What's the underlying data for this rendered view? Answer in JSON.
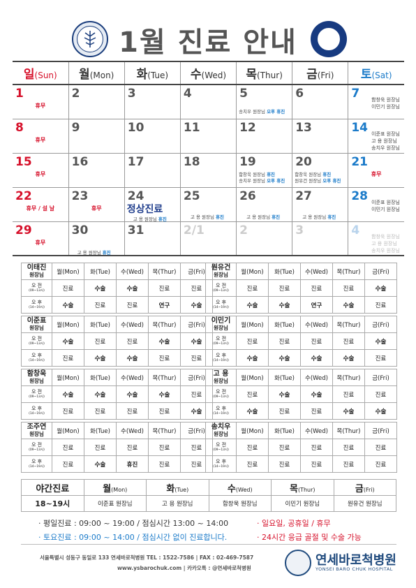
{
  "header": {
    "title": "1월 진료 안내"
  },
  "weekdays": [
    {
      "k": "일",
      "e": "(Sun)",
      "color": "#d6102a"
    },
    {
      "k": "월",
      "e": "(Mon)",
      "color": "#333333"
    },
    {
      "k": "화",
      "e": "(Tue)",
      "color": "#333333"
    },
    {
      "k": "수",
      "e": "(Wed)",
      "color": "#333333"
    },
    {
      "k": "목",
      "e": "(Thur)",
      "color": "#333333"
    },
    {
      "k": "금",
      "e": "(Fri)",
      "color": "#333333"
    },
    {
      "k": "토",
      "e": "(Sat)",
      "color": "#1a7ac9"
    }
  ],
  "calendar": [
    [
      {
        "d": "1",
        "hol": "휴무"
      },
      {
        "d": "2"
      },
      {
        "d": "3"
      },
      {
        "d": "4"
      },
      {
        "d": "5",
        "notes": [
          {
            "pre": "송치우 원장님 ",
            "em": "오후 휴진"
          }
        ]
      },
      {
        "d": "6"
      },
      {
        "d": "7",
        "sat": [
          "함창욱 원장님",
          "이민기 원장님"
        ]
      }
    ],
    [
      {
        "d": "8",
        "hol": "휴무"
      },
      {
        "d": "9"
      },
      {
        "d": "10"
      },
      {
        "d": "11"
      },
      {
        "d": "12"
      },
      {
        "d": "13"
      },
      {
        "d": "14",
        "sat": [
          "이준표 원장님",
          "고   용 원장님",
          "송치우 원장님"
        ]
      }
    ],
    [
      {
        "d": "15",
        "hol": "휴무"
      },
      {
        "d": "16"
      },
      {
        "d": "17"
      },
      {
        "d": "18"
      },
      {
        "d": "19",
        "notes": [
          {
            "pre": "함창욱 원장님 ",
            "em": "휴진"
          },
          {
            "pre": "송치우 원장님 ",
            "em": "오후 휴진"
          }
        ]
      },
      {
        "d": "20",
        "notes": [
          {
            "pre": "함창욱 원장님 ",
            "em": "휴진"
          },
          {
            "pre": "원유건 원장님 ",
            "em": "오후 휴진"
          }
        ]
      },
      {
        "d": "21",
        "hol": "휴무"
      }
    ],
    [
      {
        "d": "22",
        "hol": "휴무 / 설 날"
      },
      {
        "d": "23",
        "hol": "휴무"
      },
      {
        "d": "24",
        "big": "정상진료",
        "notes": [
          {
            "pre": "고   용 원장님 ",
            "em": "휴진"
          }
        ]
      },
      {
        "d": "25",
        "notes": [
          {
            "pre": "고   용 원장님 ",
            "em": "휴진"
          }
        ]
      },
      {
        "d": "26",
        "notes": [
          {
            "pre": "고   용 원장님 ",
            "em": "휴진"
          }
        ]
      },
      {
        "d": "27",
        "notes": [
          {
            "pre": "고   용 원장님 ",
            "em": "휴진"
          }
        ]
      },
      {
        "d": "28",
        "sat": [
          "이준표 원장님",
          "이민기 원장님"
        ]
      }
    ],
    [
      {
        "d": "29",
        "hol": "휴무"
      },
      {
        "d": "30",
        "notes": [
          {
            "pre": "고   용 원장님 ",
            "em": "휴진"
          }
        ]
      },
      {
        "d": "31"
      },
      {
        "d": "2/1",
        "fade": true
      },
      {
        "d": "2",
        "fade": true
      },
      {
        "d": "3",
        "fade": true
      },
      {
        "d": "4",
        "fade": true,
        "sat": [
          "함창욱 원장님",
          "고   용 원장님",
          "송치우 원장님"
        ]
      }
    ]
  ],
  "schedule_days": [
    {
      "k": "월",
      "e": "(Mon)"
    },
    {
      "k": "화",
      "e": "(Tue)"
    },
    {
      "k": "수",
      "e": "(Wed)"
    },
    {
      "k": "목",
      "e": "(Thur)"
    },
    {
      "k": "금",
      "e": "(Fri)"
    }
  ],
  "periods": [
    {
      "label": "오 전",
      "time": "(09~13시)"
    },
    {
      "label": "오 후",
      "time": "(14~19시)"
    }
  ],
  "doctors": [
    {
      "name": "이태진",
      "title": "원장님",
      "am": [
        "진료",
        "수술",
        "수술",
        "진료",
        "진료"
      ],
      "pm": [
        "수술",
        "진료",
        "진료",
        "연구",
        "수술"
      ]
    },
    {
      "name": "원유건",
      "title": "원장님",
      "am": [
        "진료",
        "진료",
        "진료",
        "진료",
        "수술"
      ],
      "pm": [
        "수술",
        "수술",
        "연구",
        "수술",
        "진료"
      ]
    },
    {
      "name": "이준표",
      "title": "원장님",
      "am": [
        "수술",
        "진료",
        "진료",
        "수술",
        "수술"
      ],
      "pm": [
        "진료",
        "수술",
        "수술",
        "진료",
        "진료"
      ]
    },
    {
      "name": "이민기",
      "title": "원장님",
      "am": [
        "진료",
        "진료",
        "진료",
        "진료",
        "수술"
      ],
      "pm": [
        "수술",
        "수술",
        "수술",
        "수술",
        "진료"
      ]
    },
    {
      "name": "함창욱",
      "title": "원장님",
      "am": [
        "수술",
        "수술",
        "수술",
        "수술",
        "진료"
      ],
      "pm": [
        "진료",
        "진료",
        "진료",
        "진료",
        "수술"
      ]
    },
    {
      "name": "고   용",
      "title": "원장님",
      "am": [
        "진료",
        "수술",
        "수술",
        "진료",
        "진료"
      ],
      "pm": [
        "수술",
        "진료",
        "진료",
        "수술",
        "수술"
      ]
    },
    {
      "name": "조주연",
      "title": "원장님",
      "am": [
        "진료",
        "진료",
        "진료",
        "진료",
        "진료"
      ],
      "pm": [
        "진료",
        "수술",
        "휴진",
        "진료",
        "진료"
      ]
    },
    {
      "name": "송치우",
      "title": "원장님",
      "am": [
        "진료",
        "진료",
        "진료",
        "진료",
        "진료"
      ],
      "pm": [
        "진료",
        "진료",
        "진료",
        "진료",
        "진료"
      ]
    }
  ],
  "night": {
    "title": "야간진료",
    "hours": "18~19시",
    "doctors": [
      "이준표 원장님",
      "고   용 원장님",
      "함창욱 원장님",
      "이민기 원장님",
      "원유건 원장님"
    ]
  },
  "info": {
    "weekday": "· 평일진료 : 09:00 ~ 19:00 / 점심시간 13:00 ~ 14:00",
    "closed": "· 일요일, 공휴일 / 휴무",
    "saturday": "· 토요진료 : 09:00 ~ 14:00 / 점심시간 없이 진료합니다.",
    "emergency": "· 24시간 응급 골절 및 수술 가능"
  },
  "footer": {
    "address": "서울특별시 성동구 동일로 133 연세바로척병원    TEL : 1522-7586  |  FAX : 02-469-7587",
    "web": "www.ysbarochuk.com  |  카카오톡 : @연세바로척병원",
    "hospital": "연세바로척병원",
    "hospital_en": "YONSEI BARO CHUK HOSPITAL"
  },
  "colors": {
    "sunday": "#d6102a",
    "saturday": "#1a7ac9",
    "surgery": "#d6102a",
    "research": "#0e9a6e",
    "brand": "#1f4a7d"
  }
}
